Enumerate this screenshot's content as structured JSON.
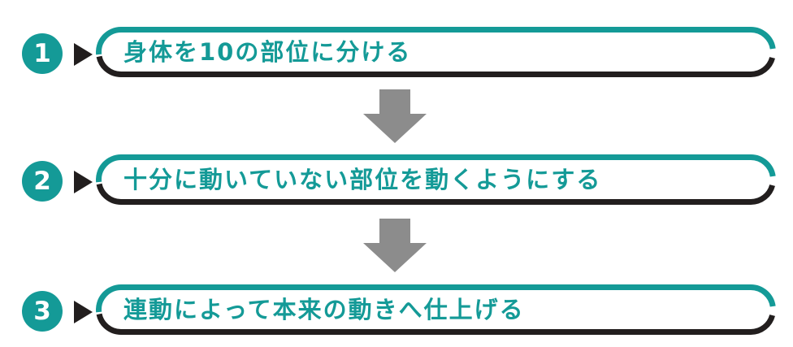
{
  "diagram": {
    "title": "three-step body movement process flow",
    "steps": [
      {
        "number": "1",
        "label": "身体を10の部位に分ける"
      },
      {
        "number": "2",
        "label": "十分に動いていない部位を動くようにする"
      },
      {
        "number": "3",
        "label": "連動によって本来の動きへ仕上げる"
      }
    ],
    "icons": {
      "step_pointer": "right-triangle-icon",
      "between_steps": "down-arrow-icon"
    },
    "colors": {
      "teal": "#149a97",
      "black": "#221e1e",
      "arrow_gray": "#8c8c8c",
      "badge_text": "#ffffff",
      "background": "#ffffff"
    }
  }
}
